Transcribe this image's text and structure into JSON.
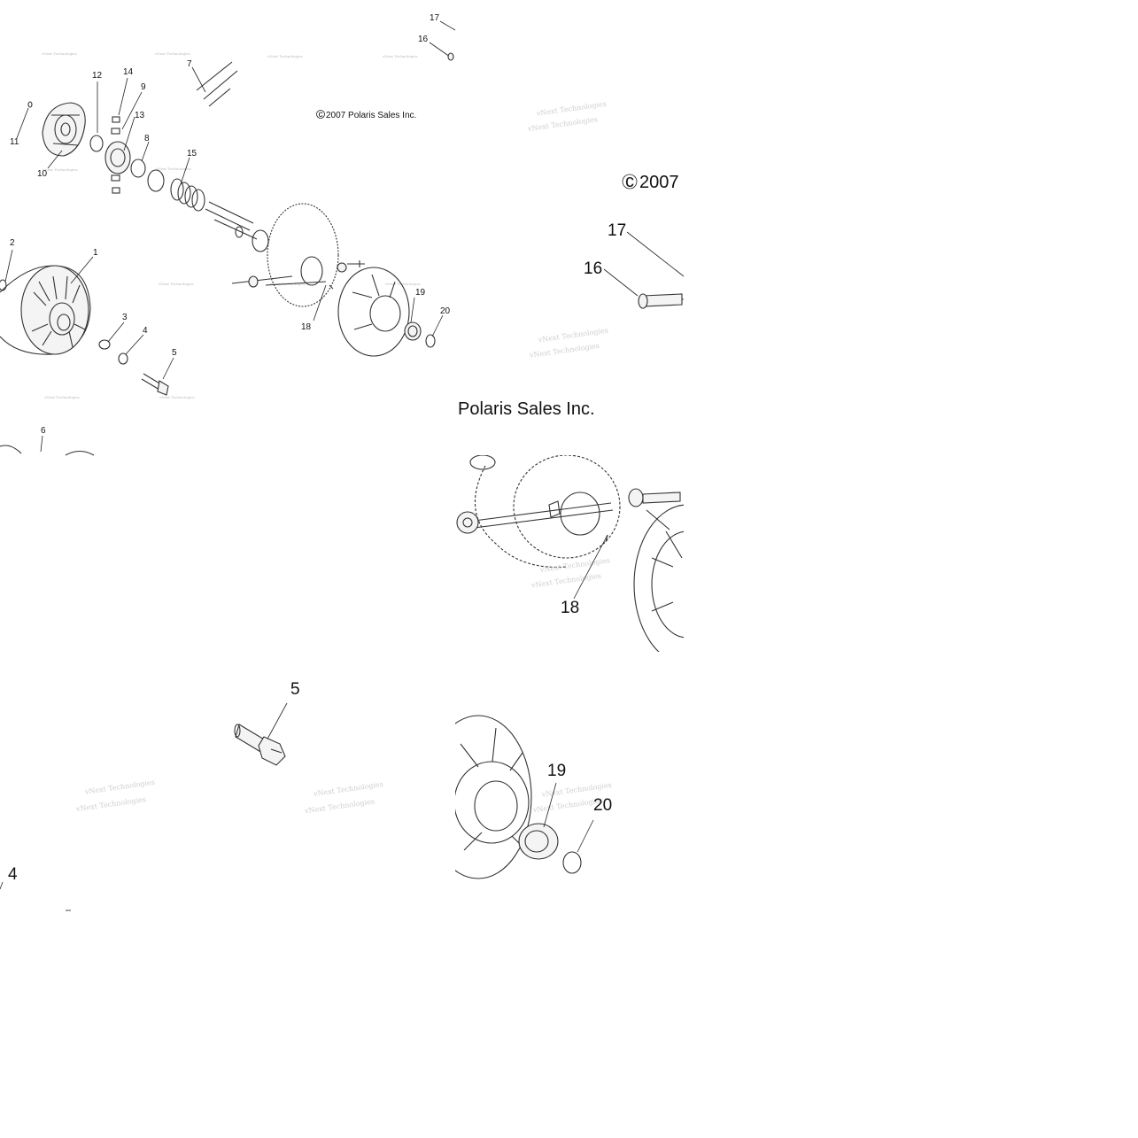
{
  "overview": {
    "labels": {
      "l1": "1",
      "l2": "2",
      "l3": "3",
      "l4": "4",
      "l5": "5",
      "l6": "6",
      "l7": "7",
      "l8": "8",
      "l9": "9",
      "l10": "10",
      "l11": "11",
      "l12": "12",
      "l13": "13",
      "l14": "14",
      "l15": "15",
      "l16": "16",
      "l17": "17",
      "l18": "18",
      "l19": "19",
      "l20": "20"
    },
    "copyright": "2007 Polaris Sales Inc."
  },
  "panels": {
    "pin": {
      "copyright_year": "2007",
      "label_16": "16",
      "label_17": "17"
    },
    "company": "Polaris Sales Inc.",
    "sheave": {
      "label_18": "18"
    },
    "bolt": {
      "label_5": "5"
    },
    "bearing": {
      "label_19": "19",
      "label_20": "20"
    },
    "corner": {
      "label_4": "4"
    }
  },
  "watermark": "vNext Technologies",
  "copyright_symbol": "c"
}
